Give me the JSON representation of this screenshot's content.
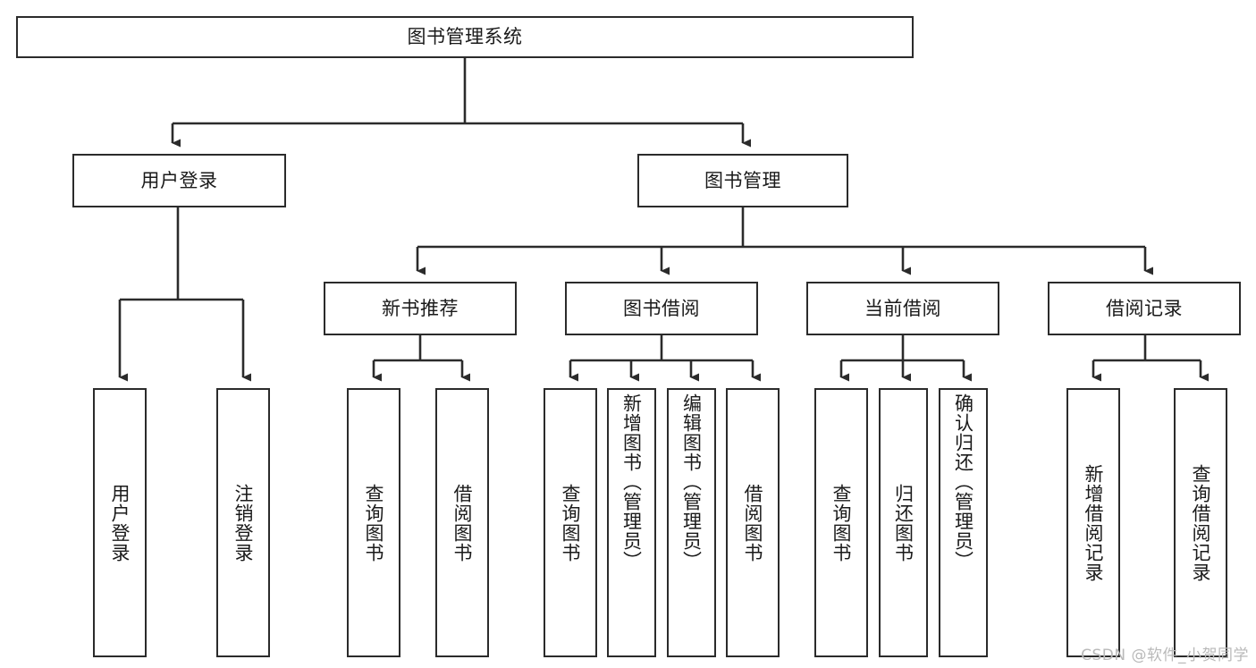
{
  "diagram": {
    "type": "tree",
    "title": "图书管理系统",
    "colors": {
      "node_border": "#2b2b2b",
      "node_fill": "#ffffff",
      "connector": "#2b2b2b",
      "text": "#1a1a1a",
      "watermark": "#b9b9b9",
      "background": "#ffffff"
    },
    "root": {
      "label": "图书管理系统"
    },
    "level2": [
      {
        "label": "用户登录"
      },
      {
        "label": "图书管理"
      }
    ],
    "level3": [
      {
        "label": "新书推荐"
      },
      {
        "label": "图书借阅"
      },
      {
        "label": "当前借阅"
      },
      {
        "label": "借阅记录"
      }
    ],
    "leaves": {
      "user_login": [
        {
          "label": "用户登录"
        },
        {
          "label": "注销登录"
        }
      ],
      "new_book_recommend": [
        {
          "label": "查询图书"
        },
        {
          "label": "借阅图书"
        }
      ],
      "book_borrow": [
        {
          "label": "查询图书"
        },
        {
          "label": "新增图书（管理员）"
        },
        {
          "label": "编辑图书（管理员）"
        },
        {
          "label": "借阅图书"
        }
      ],
      "current_borrow": [
        {
          "label": "查询图书"
        },
        {
          "label": "归还图书"
        },
        {
          "label": "确认归还（管理员）"
        }
      ],
      "borrow_record": [
        {
          "label": "新增借阅记录"
        },
        {
          "label": "查询借阅记录"
        }
      ]
    }
  },
  "watermark": {
    "text": "CSDN @软件_小贺同学"
  }
}
